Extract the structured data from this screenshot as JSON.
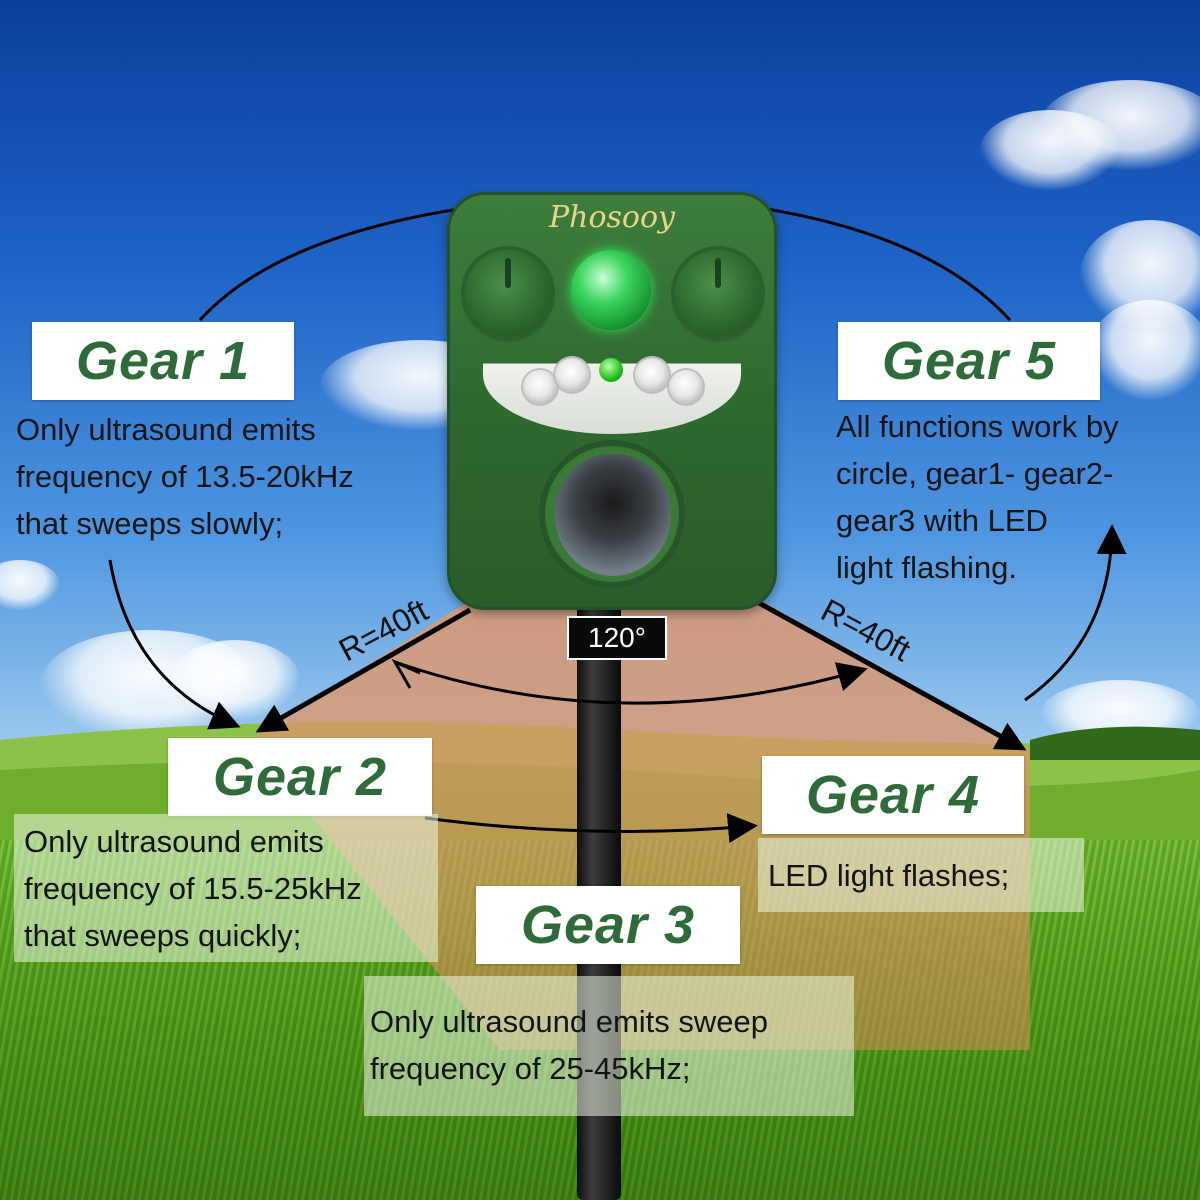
{
  "brand": "Phosooy",
  "angle_label": "120°",
  "radius_label": "R=40ft",
  "gears": [
    {
      "title": "Gear 1",
      "description": [
        "Only ultrasound emits",
        "frequency of 13.5-20kHz",
        "that sweeps slowly;"
      ]
    },
    {
      "title": "Gear 2",
      "description": [
        "Only ultrasound emits",
        "frequency of 15.5-25kHz",
        "that sweeps quickly;"
      ]
    },
    {
      "title": "Gear 3",
      "description": [
        "Only ultrasound emits sweep",
        "frequency of 25-45kHz;"
      ]
    },
    {
      "title": "Gear 4",
      "description": [
        "LED light flashes;"
      ]
    },
    {
      "title": "Gear 5",
      "description": [
        "All functions work by",
        "circle, gear1- gear2-",
        "gear3 with LED",
        "light flashing."
      ]
    }
  ],
  "colors": {
    "label_text": "#2f6b3a",
    "device_body": "#2f6a2f",
    "sensor_glow": "#3bd45e",
    "brand_text": "#e8d58a"
  },
  "icons": [
    "knob-icon",
    "pir-sensor-icon",
    "led-icon",
    "speaker-icon",
    "arrow-icon"
  ]
}
